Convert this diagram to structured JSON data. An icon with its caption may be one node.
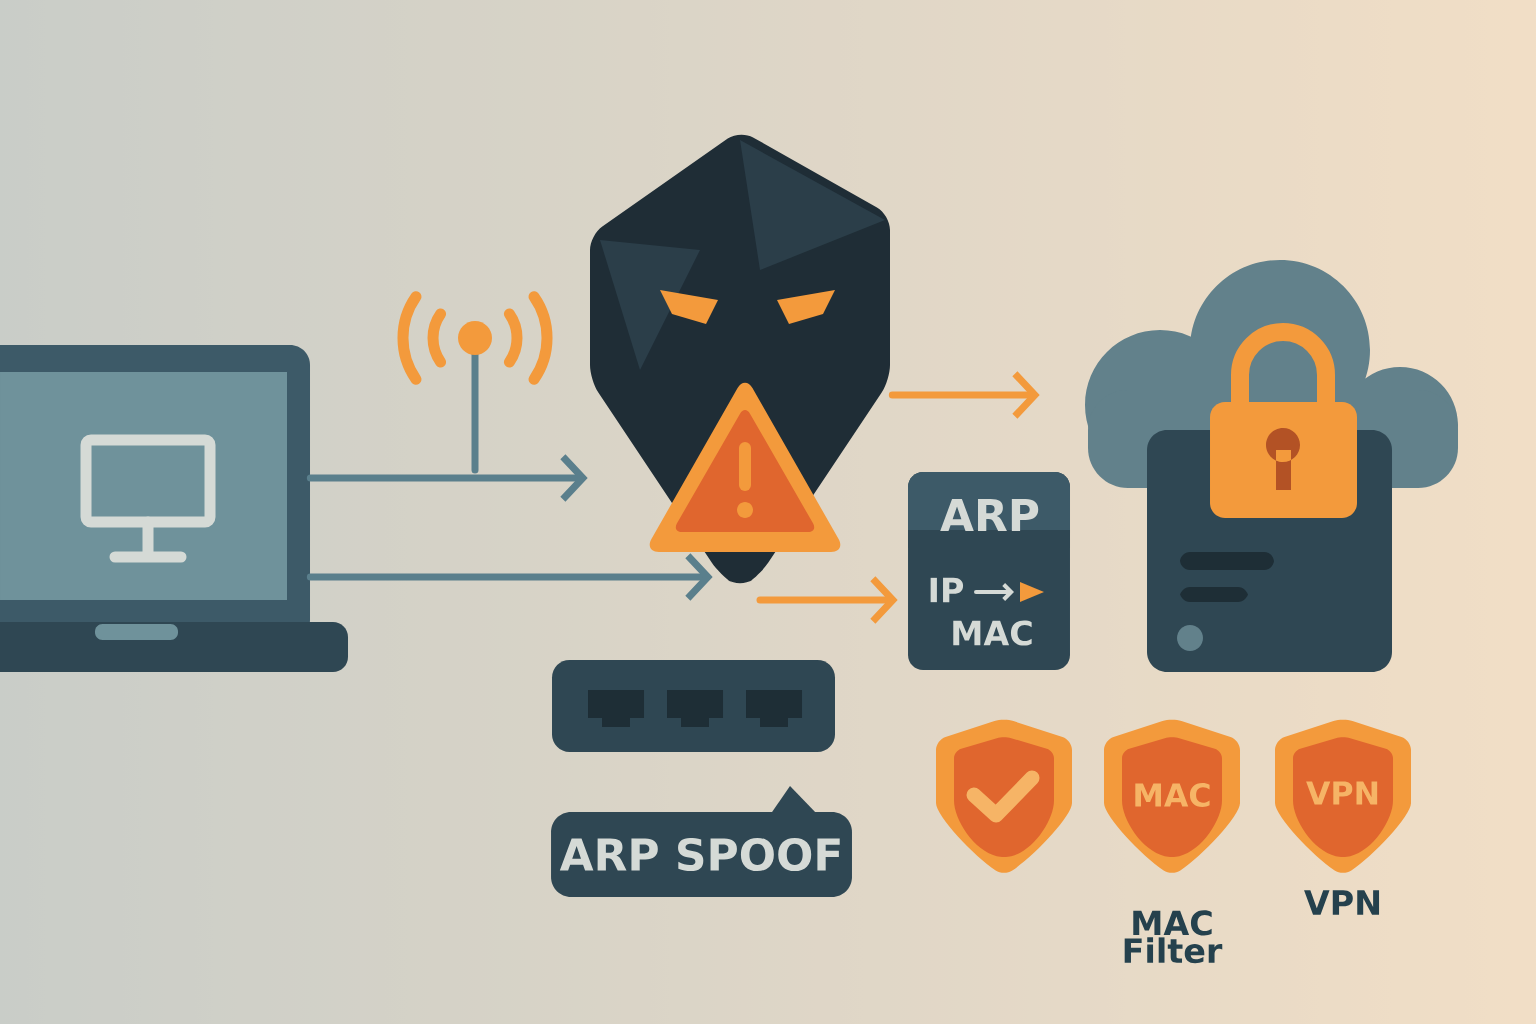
{
  "diagram": {
    "nodes": [
      {
        "text": [],
        "shape": "picture"
      },
      {
        "text": [],
        "shape": "picture"
      },
      {
        "text": [],
        "shape": "picture"
      },
      {
        "text": [
          "ARP",
          "IP",
          "MAC"
        ]
      },
      {
        "text": [
          "ARP SPOOF"
        ]
      },
      {
        "text": [],
        "shape": "shield"
      },
      {
        "text": [
          "MAC"
        ],
        "beside": [
          "MAC Filter"
        ]
      },
      {
        "text": [
          "VPN"
        ],
        "beside": [
          "VPN"
        ]
      }
    ],
    "edges": [
      {
        "from": 0,
        "to": 1,
        "arrow": "to"
      },
      {
        "from": 0,
        "to": 1,
        "arrow": "to"
      },
      {
        "from": 1,
        "to": 2,
        "arrow": "to",
        "color": "#f39a3c"
      },
      {
        "from": null,
        "to": 3,
        "arrow": "to",
        "color": "#f39a3c"
      }
    ]
  }
}
